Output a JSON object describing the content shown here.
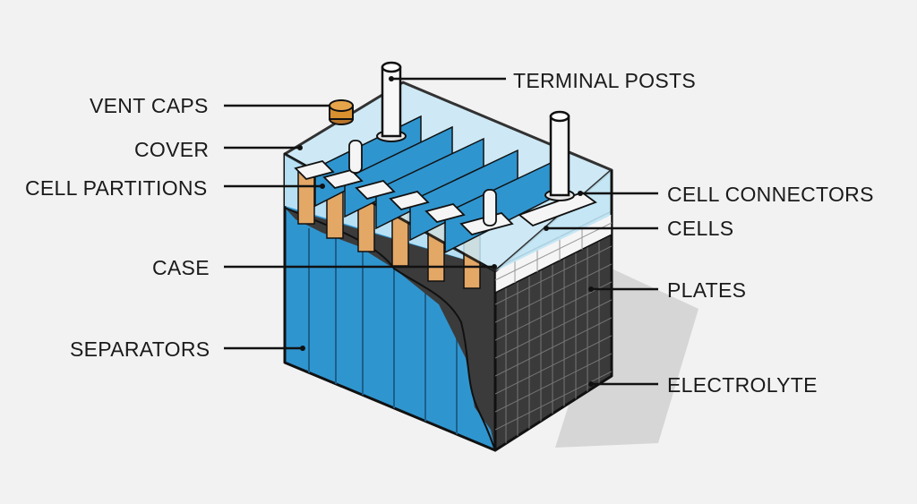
{
  "diagram": {
    "colors": {
      "background": "#f2f2f2",
      "case_blue": "#2f95cf",
      "case_light": "#a9d9f0",
      "plates_dark": "#3a3a3a",
      "separator_orange": "#e3a766",
      "vent_cap": "#d9902f",
      "outline": "#111111"
    },
    "labels": {
      "terminal_posts": "TERMINAL POSTS",
      "vent_caps": "VENT CAPS",
      "cover": "COVER",
      "cell_partitions": "CELL PARTITIONS",
      "cell_connectors": "CELL CONNECTORS",
      "cells": "CELLS",
      "case": "CASE",
      "plates": "PLATES",
      "separators": "SEPARATORS",
      "electrolyte": "ELECTROLYTE"
    }
  }
}
